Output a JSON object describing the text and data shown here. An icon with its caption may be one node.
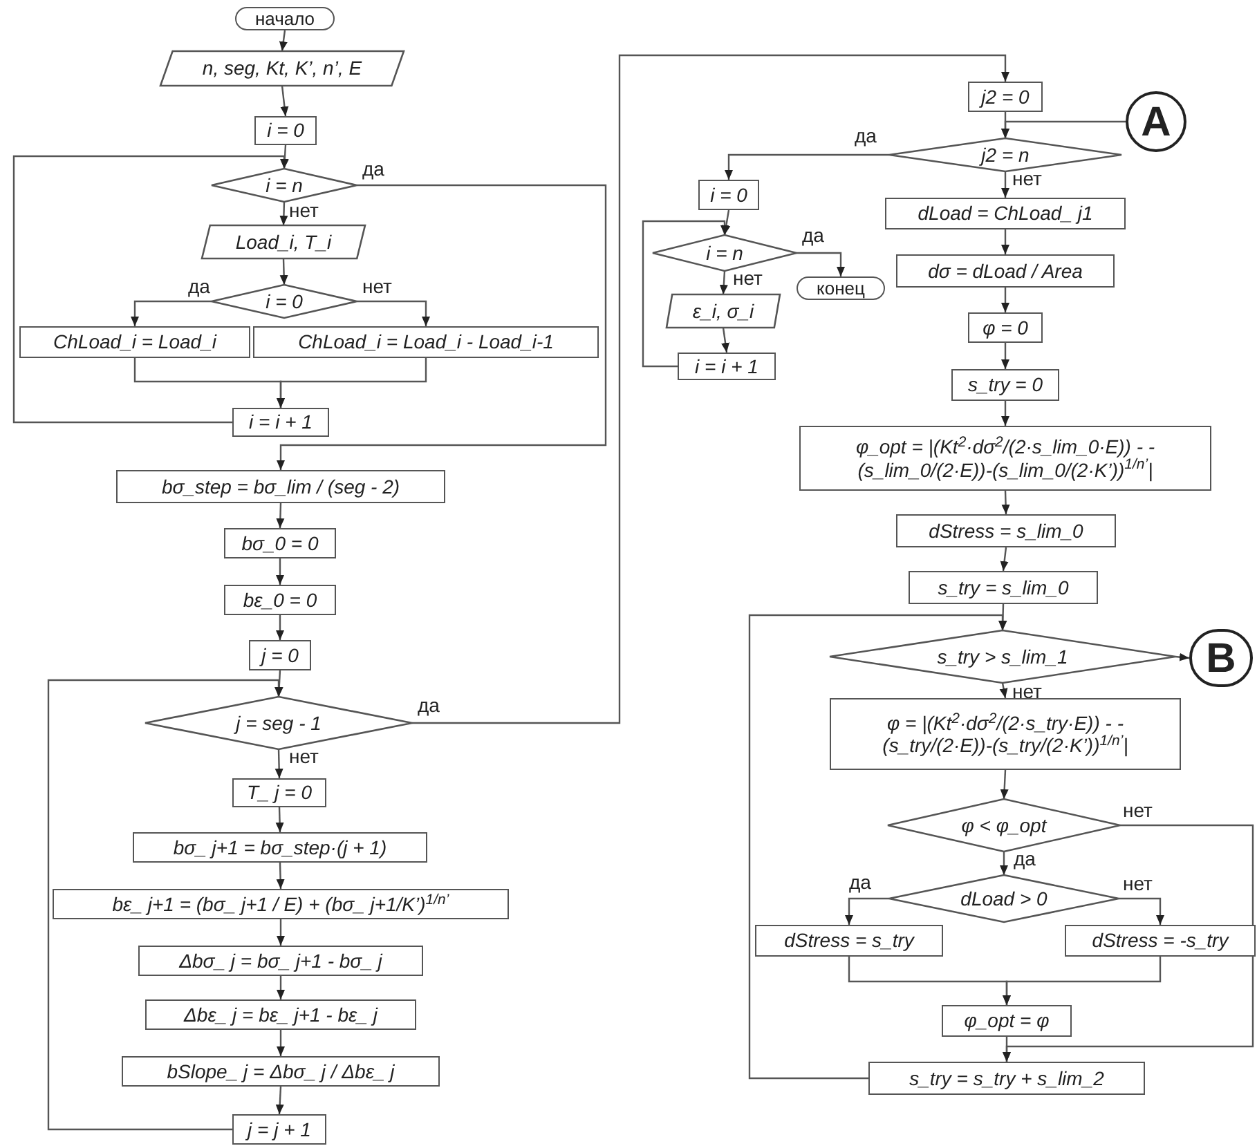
{
  "diagram": {
    "nodes": [
      {
        "text": [
          "начало"
        ]
      },
      {
        "text": [
          "n, seg, Kt, K’, n’, E"
        ]
      },
      {
        "text": [
          "i = 0"
        ]
      },
      {
        "text": [
          "i = n"
        ]
      },
      {
        "text": [
          "Load_i, T_i"
        ]
      },
      {
        "text": [
          "i = 0"
        ]
      },
      {
        "text": [
          "ChLoad_i = Load_i"
        ]
      },
      {
        "text": [
          "ChLoad_i = Load_i - Load_i-1"
        ]
      },
      {
        "text": [
          "i = i + 1"
        ]
      },
      {
        "text": [
          "bσ_step = bσ_lim / (seg - 2)"
        ]
      },
      {
        "text": [
          "bσ_0 = 0"
        ]
      },
      {
        "text": [
          "bε_0 = 0"
        ]
      },
      {
        "text": [
          "j = 0"
        ]
      },
      {
        "text": [
          "j = seg - 1"
        ]
      },
      {
        "text": [
          "T_ j = 0"
        ]
      },
      {
        "text": [
          "bσ_ j+1 = bσ_step·(j + 1)"
        ]
      },
      {
        "text": [
          "bε_ j+1 = (bσ_ j+1 / E) + (bσ_ j+1/K’)$^{1/n’}$"
        ]
      },
      {
        "text": [
          "Δbσ_ j = bσ_ j+1 - bσ_ j"
        ]
      },
      {
        "text": [
          "Δbε_ j = bε_ j+1 - bε_ j"
        ]
      },
      {
        "text": [
          "bSlope_ j = Δbσ_ j / Δbε_ j"
        ]
      },
      {
        "text": [
          "j = j + 1"
        ]
      },
      {
        "text": [
          "j2 = 0"
        ]
      },
      {
        "text": [
          "A"
        ]
      },
      {
        "text": [
          "j2 = n"
        ]
      },
      {
        "text": [
          "i = 0"
        ]
      },
      {
        "text": [
          "i = n"
        ]
      },
      {
        "text": [
          "конец"
        ]
      },
      {
        "text": [
          "ε_i, σ_i"
        ]
      },
      {
        "text": [
          "i = i + 1"
        ]
      },
      {
        "text": [
          "dLoad = ChLoad_ j1"
        ]
      },
      {
        "text": [
          "dσ = dLoad / Area"
        ]
      },
      {
        "text": [
          "φ = 0"
        ]
      },
      {
        "text": [
          "s_try = 0"
        ]
      },
      {
        "text": [
          "φ_opt = |(Kt$^{2}$·dσ$^{2}$/(2·s_lim_0·E)) - - (s_lim_0/(2·E))-(s_lim_0/(2·K’))$^{1/n’}$|"
        ]
      },
      {
        "text": [
          "dStress = s_lim_0"
        ]
      },
      {
        "text": [
          "s_try = s_lim_0"
        ]
      },
      {
        "text": [
          "s_try > s_lim_1"
        ]
      },
      {
        "text": [
          "B"
        ]
      },
      {
        "text": [
          "φ = |(Kt$^{2}$·dσ$^{2}$/(2·s_try·E)) - - (s_try/(2·E))-(s_try/(2·K’))$^{1/n’}$|"
        ]
      },
      {
        "text": [
          "φ < φ_opt"
        ]
      },
      {
        "text": [
          "dLoad > 0"
        ]
      },
      {
        "text": [
          "dStress = s_try"
        ]
      },
      {
        "text": [
          "dStress = -s_try"
        ]
      },
      {
        "text": [
          "φ_opt = φ"
        ]
      },
      {
        "text": [
          "s_try = s_try + s_lim_2"
        ]
      }
    ],
    "edges": [
      {
        "from": 0,
        "to": 1,
        "arrow": "to"
      },
      {
        "from": 1,
        "to": 2,
        "arrow": "to"
      },
      {
        "from": 2,
        "to": 3,
        "arrow": "to"
      },
      {
        "from": 3,
        "to": 4,
        "arrow": "to",
        "label": "нет"
      },
      {
        "from": 4,
        "to": 5,
        "arrow": "to"
      },
      {
        "from": 5,
        "to": 6,
        "arrow": "to",
        "label": "да"
      },
      {
        "from": 5,
        "to": 7,
        "arrow": "to",
        "label": "нет"
      },
      {
        "from": 6,
        "to": 8,
        "arrow": "to"
      },
      {
        "from": 7,
        "to": 8,
        "arrow": "to"
      },
      {
        "from": 8,
        "to": 3,
        "arrow": "to"
      },
      {
        "from": 3,
        "to": 9,
        "arrow": "to",
        "label": "да"
      },
      {
        "from": 9,
        "to": 10,
        "arrow": "to"
      },
      {
        "from": 10,
        "to": 11,
        "arrow": "to"
      },
      {
        "from": 11,
        "to": 12,
        "arrow": "to"
      },
      {
        "from": 12,
        "to": 13,
        "arrow": "to"
      },
      {
        "from": 13,
        "to": 14,
        "arrow": "to",
        "label": "нет"
      },
      {
        "from": 14,
        "to": 15,
        "arrow": "to"
      },
      {
        "from": 15,
        "to": 16,
        "arrow": "to"
      },
      {
        "from": 16,
        "to": 17,
        "arrow": "to"
      },
      {
        "from": 17,
        "to": 18,
        "arrow": "to"
      },
      {
        "from": 18,
        "to": 19,
        "arrow": "to"
      },
      {
        "from": 19,
        "to": 20,
        "arrow": "to"
      },
      {
        "from": 20,
        "to": 13,
        "arrow": "to"
      },
      {
        "from": 13,
        "to": 21,
        "arrow": "to",
        "label": "да"
      },
      {
        "from": 21,
        "to": 23,
        "arrow": "to"
      },
      {
        "from": 22,
        "to": 23,
        "arrow": "to"
      },
      {
        "from": 23,
        "to": 24,
        "arrow": "to",
        "label": "да"
      },
      {
        "from": 23,
        "to": 29,
        "arrow": "to",
        "label": "нет"
      },
      {
        "from": 24,
        "to": 25,
        "arrow": "to"
      },
      {
        "from": 25,
        "to": 26,
        "arrow": "to",
        "label": "да"
      },
      {
        "from": 25,
        "to": 27,
        "arrow": "to",
        "label": "нет"
      },
      {
        "from": 27,
        "to": 28,
        "arrow": "to"
      },
      {
        "from": 28,
        "to": 25,
        "arrow": "to"
      },
      {
        "from": 29,
        "to": 30,
        "arrow": "to"
      },
      {
        "from": 30,
        "to": 31,
        "arrow": "to"
      },
      {
        "from": 31,
        "to": 32,
        "arrow": "to"
      },
      {
        "from": 32,
        "to": 33,
        "arrow": "to"
      },
      {
        "from": 33,
        "to": 34,
        "arrow": "to"
      },
      {
        "from": 34,
        "to": 35,
        "arrow": "to"
      },
      {
        "from": 35,
        "to": 36,
        "arrow": "to"
      },
      {
        "from": 36,
        "to": 37,
        "arrow": "to"
      },
      {
        "from": 36,
        "to": 38,
        "arrow": "to",
        "label": "нет"
      },
      {
        "from": 38,
        "to": 39,
        "arrow": "to"
      },
      {
        "from": 39,
        "to": 40,
        "arrow": "to",
        "label": "да"
      },
      {
        "from": 39,
        "to": 44,
        "arrow": "to",
        "label": "нет"
      },
      {
        "from": 40,
        "to": 41,
        "arrow": "to",
        "label": "да"
      },
      {
        "from": 40,
        "to": 42,
        "arrow": "to",
        "label": "нет"
      },
      {
        "from": 41,
        "to": 43,
        "arrow": "to"
      },
      {
        "from": 42,
        "to": 43,
        "arrow": "to"
      },
      {
        "from": 43,
        "to": 44,
        "arrow": "to"
      },
      {
        "from": 44,
        "to": 36,
        "arrow": "to"
      }
    ]
  }
}
